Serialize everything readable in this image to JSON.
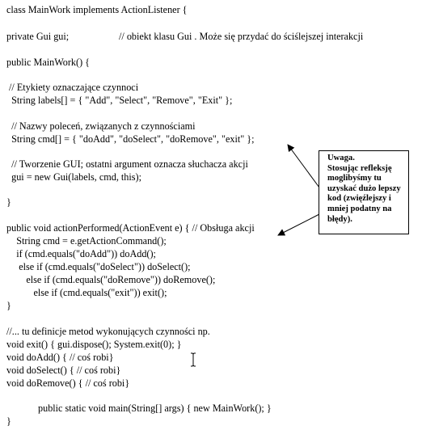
{
  "code": {
    "lines": [
      "class MainWork implements ActionListener {",
      "private Gui gui;",
      "// obiekt klasu Gui . Może się przydać do ściślejszej interakcji",
      "public MainWork() {",
      " // Etykiety oznaczające czynnoci",
      "  String labels[] = { \"Add\", \"Select\", \"Remove\", \"Exit\" };",
      "  // Nazwy poleceń, związanych z czynnościami",
      "  String cmd[] = { \"doAdd\", \"doSelect\", \"doRemove\", \"exit\" };",
      "  // Tworzenie GUI; ostatni argument oznacza słuchacza akcji",
      "  gui = new Gui(labels, cmd, this);",
      "}",
      "public void actionPerformed(ActionEvent e) { // Obsługa akcji",
      "    String cmd = e.getActionCommand();",
      "    if (cmd.equals(\"doAdd\")) doAdd();",
      "     else if (cmd.equals(\"doSelect\")) doSelect();",
      "        else if (cmd.equals(\"doRemove\")) doRemove();",
      "           else if (cmd.equals(\"exit\")) exit();",
      "}",
      "//... tu definicje metod wykonujących czynności np.",
      "void exit() { gui.dispose(); System.exit(0); }",
      "void doAdd() { // coś robi}",
      "void doSelect() { // coś robi}",
      "void doRemove() { // coś robi}",
      "public static void main(String[] args) { new MainWork(); }",
      "}"
    ]
  },
  "note": {
    "title": "Uwaga.",
    "body": "Stosując refleksję moglibyśmy tu uzyskać dużo lepszy kod (zwięźlejszy i mniej podatny na błędy)."
  },
  "colors": {
    "text": "#000000",
    "background": "#ffffff"
  },
  "icons": {
    "cursor": "text-cursor-icon",
    "arrow": "arrow-icon"
  }
}
